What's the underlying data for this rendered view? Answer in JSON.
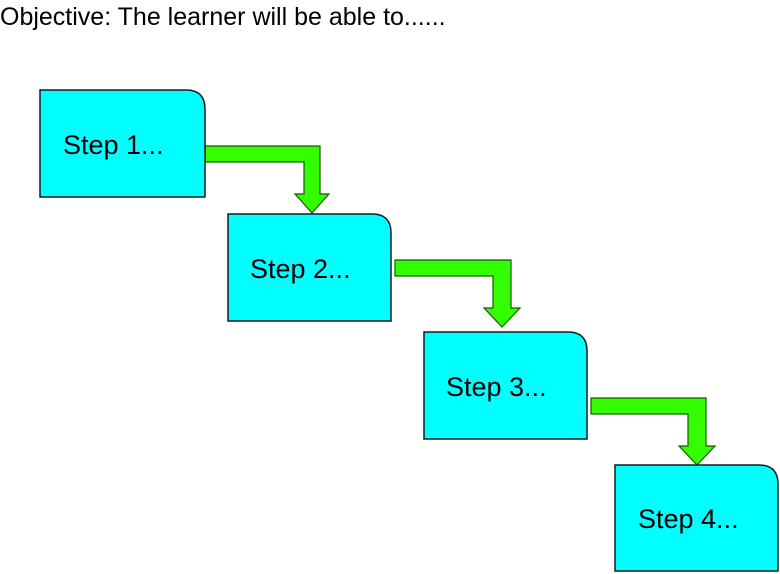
{
  "objective": "Objective: The learner will be able to......",
  "steps": [
    {
      "label": "Step 1..."
    },
    {
      "label": "Step 2..."
    },
    {
      "label": "Step 3..."
    },
    {
      "label": "Step 4..."
    }
  ],
  "colors": {
    "box_fill": "#00FFFF",
    "box_stroke": "#1A1A1A",
    "arrow_fill": "#33FF00",
    "arrow_stroke": "#145A00",
    "text": "#000000"
  }
}
